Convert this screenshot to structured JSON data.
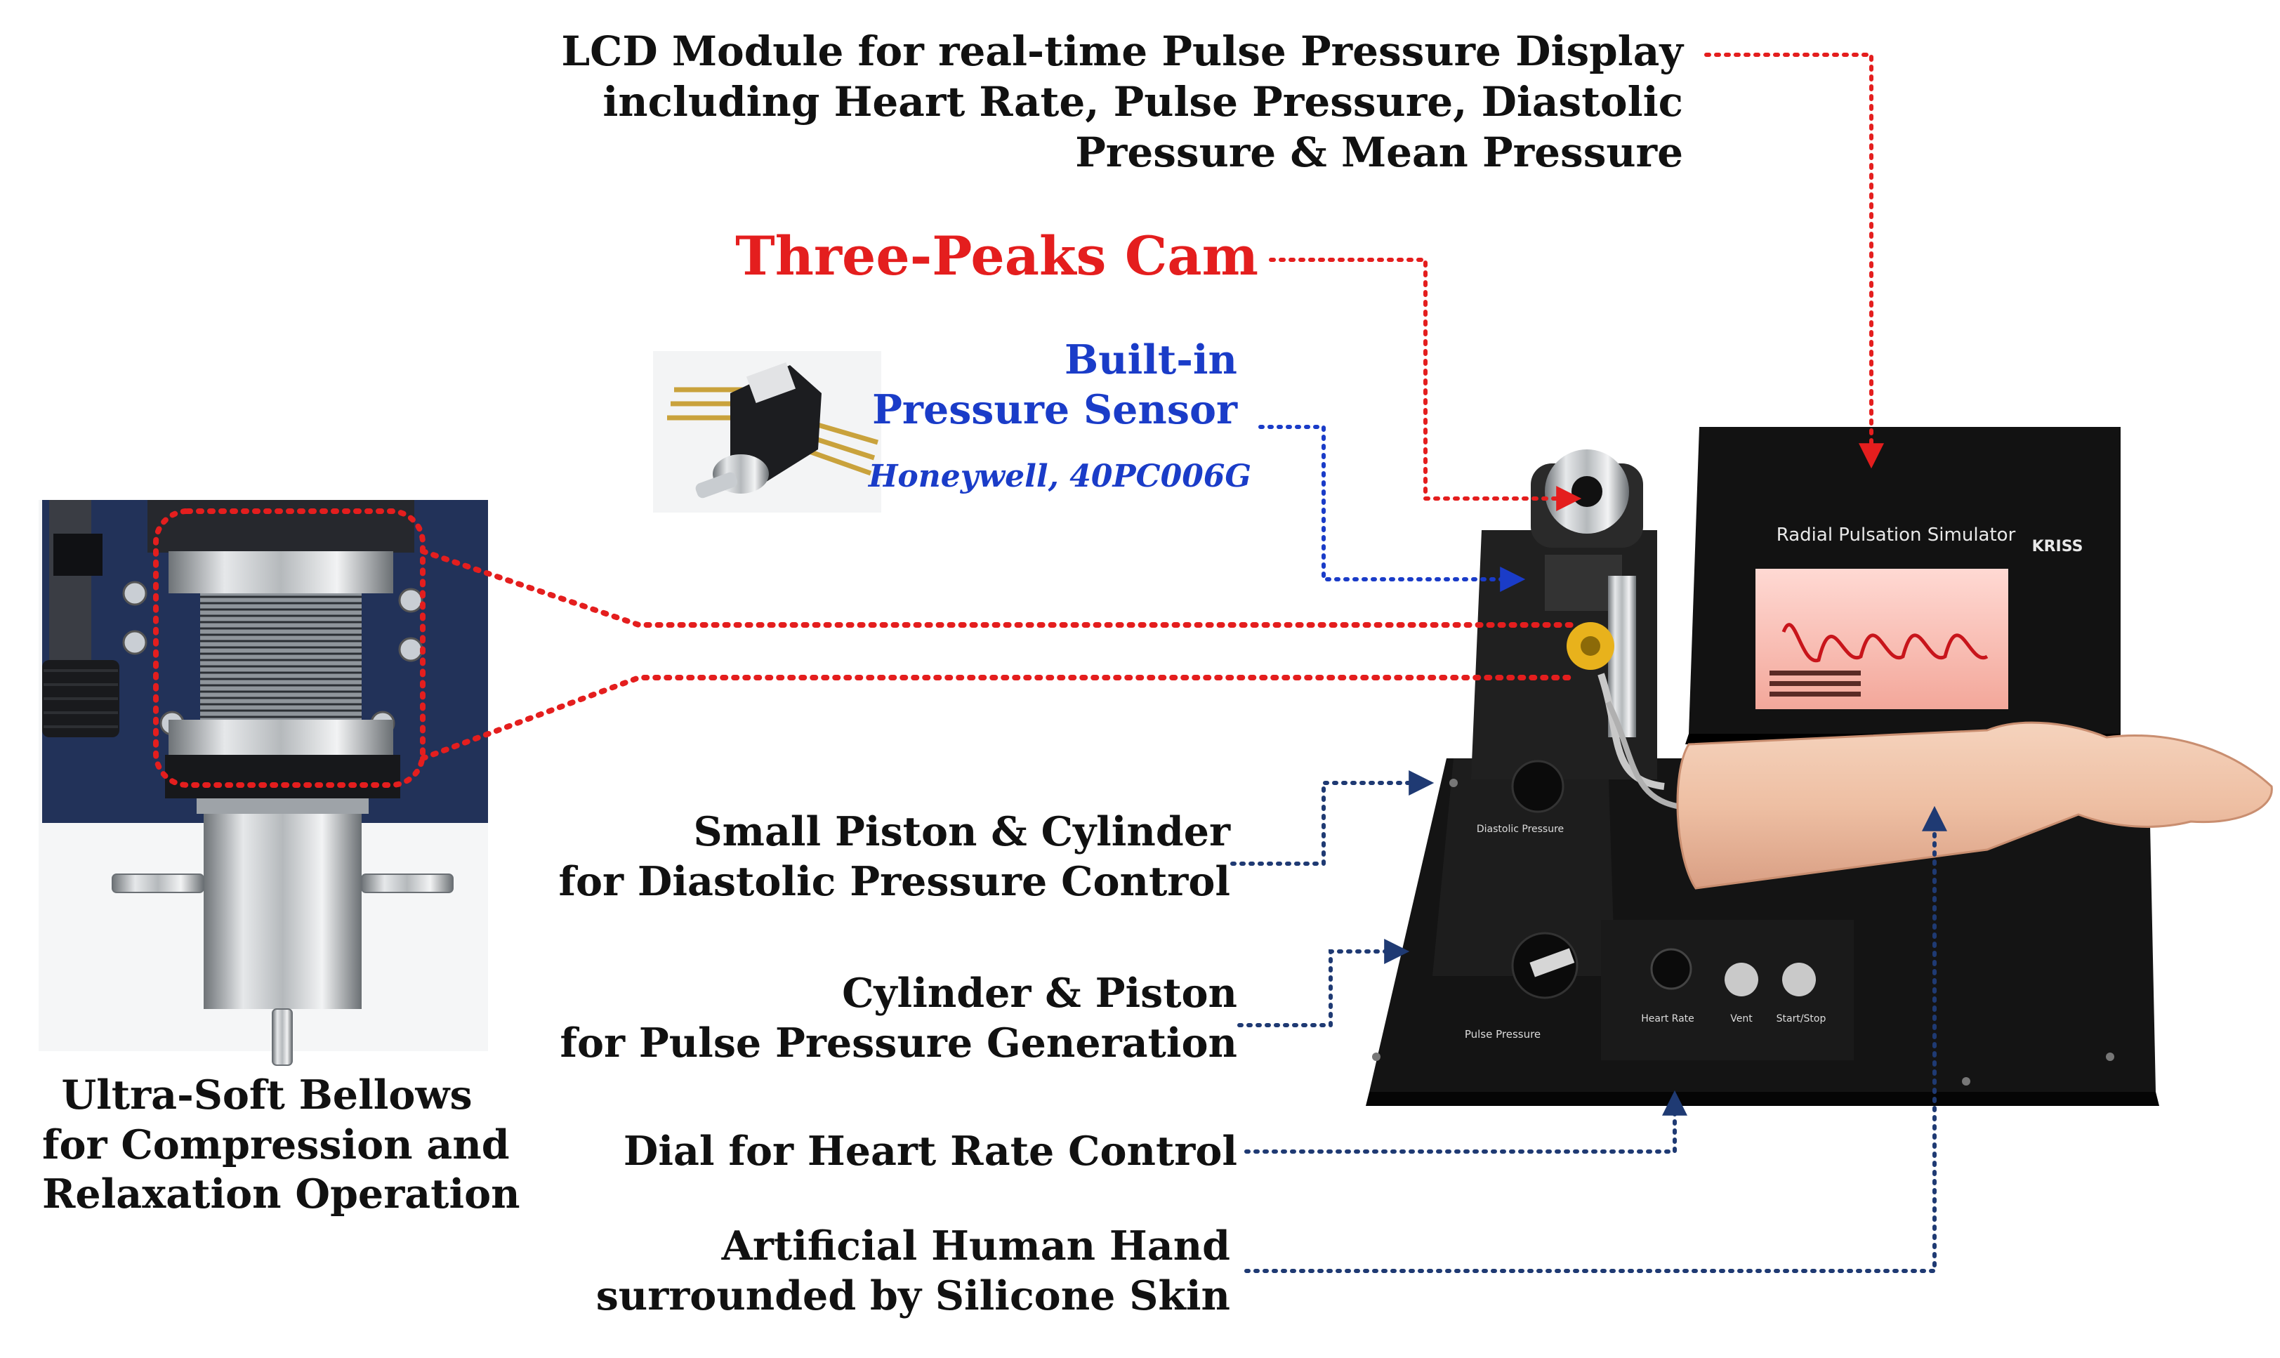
{
  "labels": {
    "lcd": [
      "LCD Module for real-time Pulse Pressure Display",
      "including Heart Rate,  Pulse Pressure, Diastolic",
      "Pressure & Mean Pressure"
    ],
    "cam": "Three-Peaks Cam",
    "sensor": [
      "Built-in",
      "Pressure Sensor"
    ],
    "sensor_model": "Honeywell, 40PC006G",
    "small_piston": [
      "Small Piston & Cylinder",
      "for Diastolic Pressure Control"
    ],
    "cylinder_piston": [
      "Cylinder & Piston",
      "for Pulse Pressure Generation"
    ],
    "dial": "Dial for Heart Rate Control",
    "hand": [
      "Artificial Human Hand",
      "surrounded by Silicone Skin"
    ],
    "bellows": [
      "Ultra-Soft Bellows",
      "for Compression and",
      "Relaxation Operation"
    ]
  },
  "device": {
    "screen_title": "Radial Pulsation Simulator",
    "brand": "KRISS",
    "panel_diastolic": "Diastolic Pressure",
    "panel_pulse": "Pulse Pressure",
    "panel_heart": "Heart Rate",
    "panel_vent": "Vent",
    "panel_start": "Start/Stop"
  },
  "colors": {
    "red_callout": "#e41e1e",
    "blue_callout": "#1a3cc8",
    "navy_callout": "#1f3a73",
    "label_text": "#111111",
    "device_body": "#141414"
  }
}
